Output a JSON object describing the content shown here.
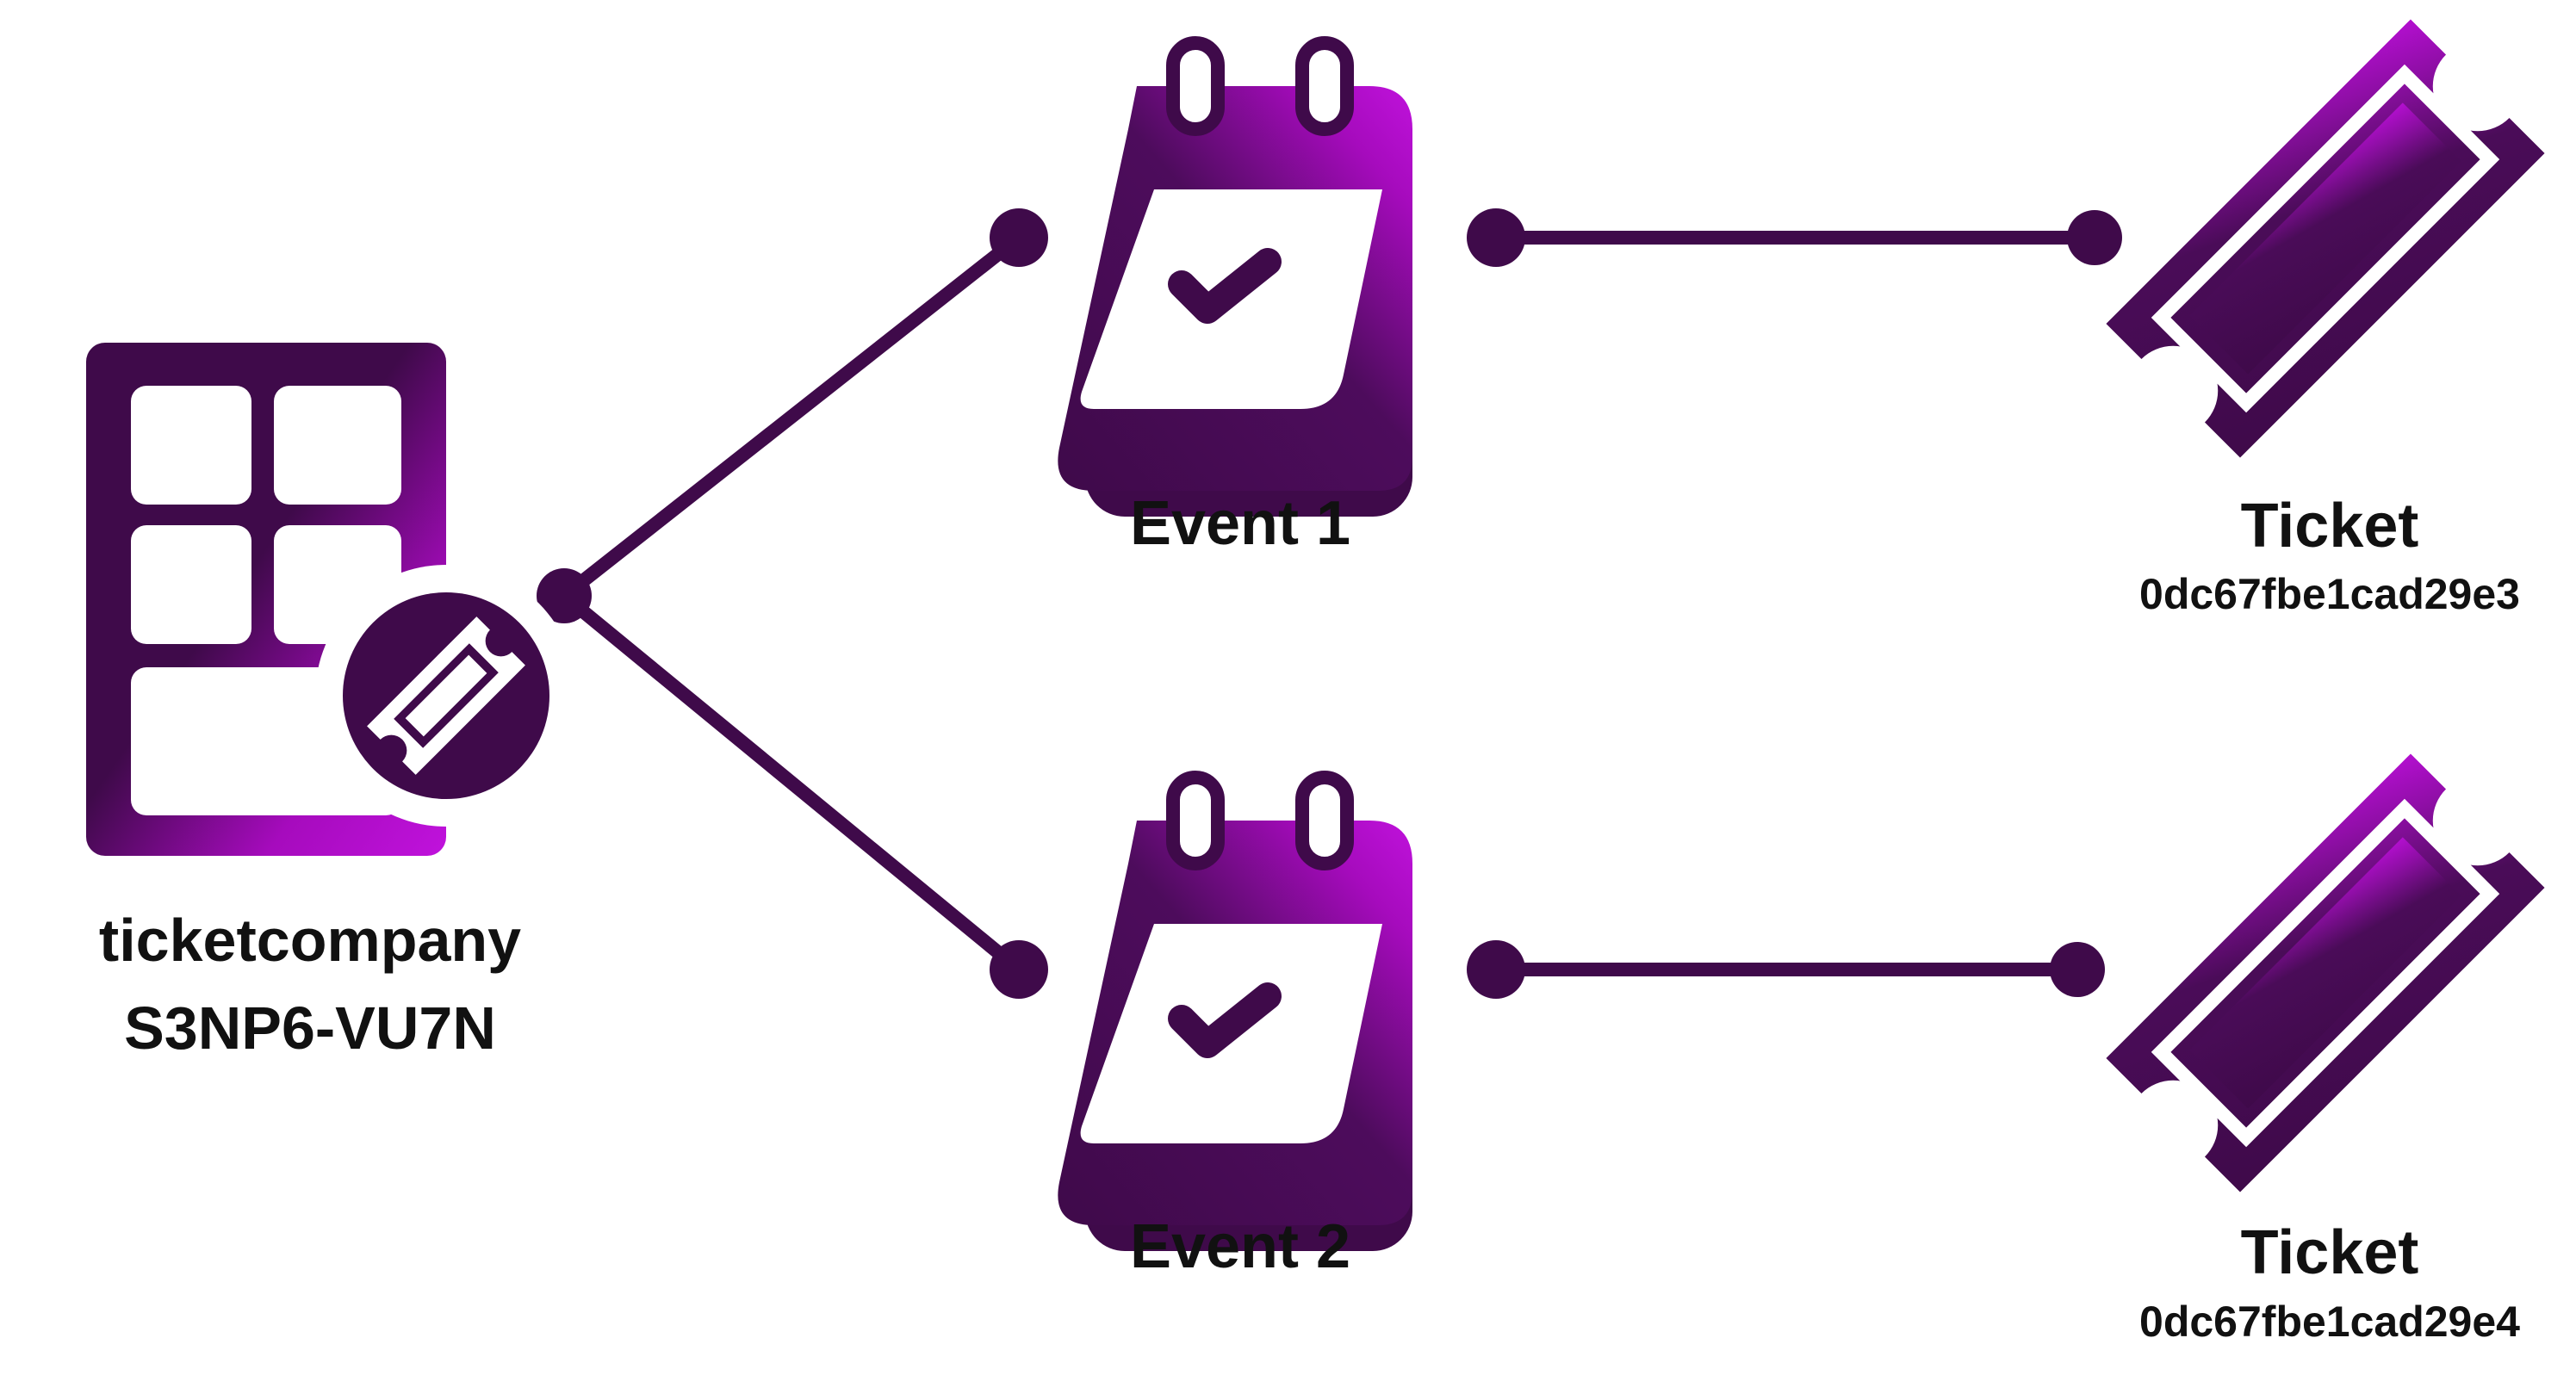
{
  "colors": {
    "primary": "#3f0a4a",
    "accent": "#a60bbd",
    "text": "#111111",
    "background": "#ffffff"
  },
  "root": {
    "icon": "tenant-grid-with-ticket-badge-icon",
    "name": "ticketcompany",
    "code": "S3NP6-VU7N"
  },
  "events": [
    {
      "label": "Event 1",
      "icon": "calendar-check-icon"
    },
    {
      "label": "Event 2",
      "icon": "calendar-check-icon"
    }
  ],
  "tickets": [
    {
      "title": "Ticket",
      "id": "0dc67fbe1cad29e3",
      "icon": "ticket-icon"
    },
    {
      "title": "Ticket",
      "id": "0dc67fbe1cad29e4",
      "icon": "ticket-icon"
    }
  ]
}
